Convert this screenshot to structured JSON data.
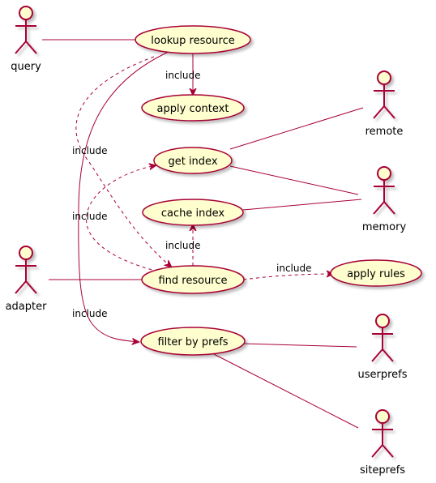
{
  "colors": {
    "stroke": "#A80036",
    "fill": "#FEFECE",
    "text": "#000000",
    "background": "#FFFFFF"
  },
  "actors": {
    "query": "query",
    "adapter": "adapter",
    "remote": "remote",
    "memory": "memory",
    "userprefs": "userprefs",
    "siteprefs": "siteprefs"
  },
  "usecases": {
    "lookup_resource": "lookup resource",
    "apply_context": "apply context",
    "get_index": "get index",
    "cache_index": "cache index",
    "find_resource": "find resource",
    "apply_rules": "apply rules",
    "filter_by_prefs": "filter by prefs"
  },
  "relations": [
    {
      "from": "lookup resource",
      "to": "apply context",
      "label": "include",
      "style": "solid"
    },
    {
      "from": "lookup resource",
      "to": "find resource",
      "label": "include",
      "style": "dashed"
    },
    {
      "from": "lookup resource",
      "to": "filter by prefs",
      "label": "include",
      "style": "solid"
    },
    {
      "from": "find resource",
      "to": "get index",
      "label": "include",
      "style": "dashed"
    },
    {
      "from": "find resource",
      "to": "cache index",
      "label": "include",
      "style": "dashed"
    },
    {
      "from": "find resource",
      "to": "apply rules",
      "label": "include",
      "style": "dashed"
    }
  ],
  "associations": [
    [
      "query",
      "lookup resource"
    ],
    [
      "adapter",
      "find resource"
    ],
    [
      "get index",
      "remote"
    ],
    [
      "get index",
      "memory"
    ],
    [
      "cache index",
      "memory"
    ],
    [
      "filter by prefs",
      "userprefs"
    ],
    [
      "filter by prefs",
      "siteprefs"
    ]
  ]
}
